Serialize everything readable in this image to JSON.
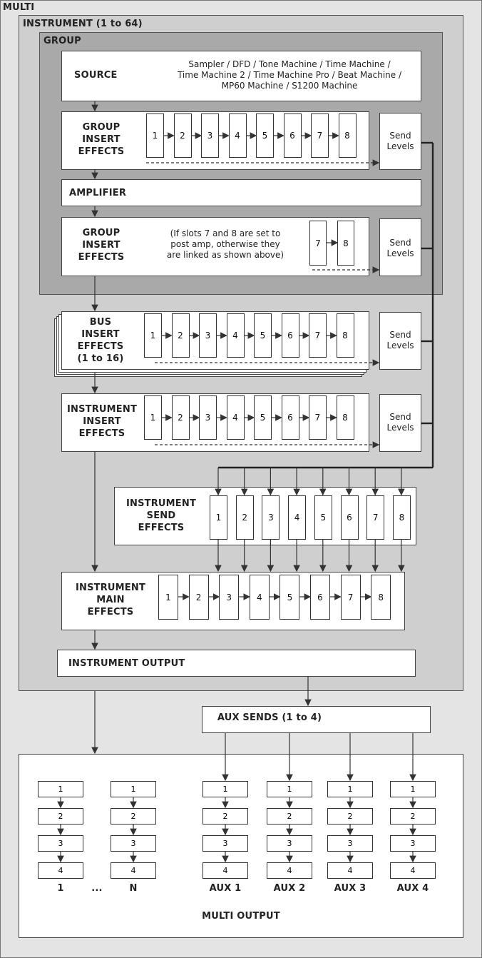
{
  "multi": {
    "title": "MULTI"
  },
  "instrument": {
    "title": "INSTRUMENT (1 to 64)"
  },
  "group": {
    "title": "GROUP"
  },
  "source": {
    "label": "SOURCE",
    "types": "Sampler / DFD / Tone Machine / Time Machine /\nTime Machine 2 / Time Machine Pro / Beat Machine /\nMP60 Machine / S1200 Machine"
  },
  "group_insert_1": {
    "label": "GROUP\nINSERT\nEFFECTS",
    "slots": [
      "1",
      "2",
      "3",
      "4",
      "5",
      "6",
      "7",
      "8"
    ],
    "send": "Send\nLevels"
  },
  "amplifier": {
    "label": "AMPLIFIER"
  },
  "group_insert_2": {
    "label": "GROUP\nINSERT\nEFFECTS",
    "note": "(If slots 7 and 8 are set to\npost amp, otherwise they\nare linked as shown above)",
    "slots": [
      "7",
      "8"
    ],
    "send": "Send\nLevels"
  },
  "bus_insert": {
    "label": "BUS\nINSERT\nEFFECTS\n(1 to 16)",
    "slots": [
      "1",
      "2",
      "3",
      "4",
      "5",
      "6",
      "7",
      "8"
    ],
    "send": "Send\nLevels"
  },
  "instrument_insert": {
    "label": "INSTRUMENT\nINSERT\nEFFECTS",
    "slots": [
      "1",
      "2",
      "3",
      "4",
      "5",
      "6",
      "7",
      "8"
    ],
    "send": "Send\nLevels"
  },
  "instrument_send": {
    "label": "INSTRUMENT\nSEND\nEFFECTS",
    "slots": [
      "1",
      "2",
      "3",
      "4",
      "5",
      "6",
      "7",
      "8"
    ]
  },
  "instrument_main": {
    "label": "INSTRUMENT\nMAIN\nEFFECTS",
    "slots": [
      "1",
      "2",
      "3",
      "4",
      "5",
      "6",
      "7",
      "8"
    ]
  },
  "instrument_output": {
    "label": "INSTRUMENT OUTPUT"
  },
  "aux_sends": {
    "label": "AUX SENDS (1 to 4)"
  },
  "multi_output": {
    "label": "MULTI OUTPUT",
    "slot_labels": [
      "1",
      "2",
      "3",
      "4"
    ],
    "ellipsis": "...",
    "columns": [
      "1",
      "N",
      "AUX 1",
      "AUX 2",
      "AUX 3",
      "AUX 4"
    ]
  }
}
